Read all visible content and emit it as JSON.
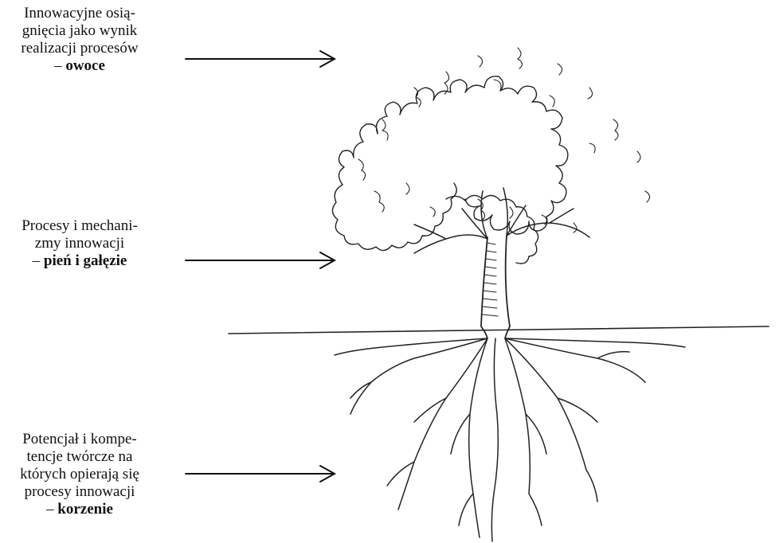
{
  "labels": {
    "fruits": {
      "lines": [
        "Innowacyjne osią-",
        "gnięcia jako wynik",
        "realizacji procesów"
      ],
      "dash": "– ",
      "bold": "owoce"
    },
    "trunk": {
      "lines": [
        "Procesy i mechani-",
        "zmy innowacji"
      ],
      "dash": "– ",
      "bold": "pień i gałęzie"
    },
    "roots": {
      "lines": [
        "Potencjał i kompe-",
        "tencje twórcze na",
        "których opierają się",
        "procesy innowacji"
      ],
      "dash": "– ",
      "bold": "korzenie"
    }
  },
  "colors": {
    "ink": "#111111",
    "sketch": "#222222",
    "background": "#ffffff"
  }
}
